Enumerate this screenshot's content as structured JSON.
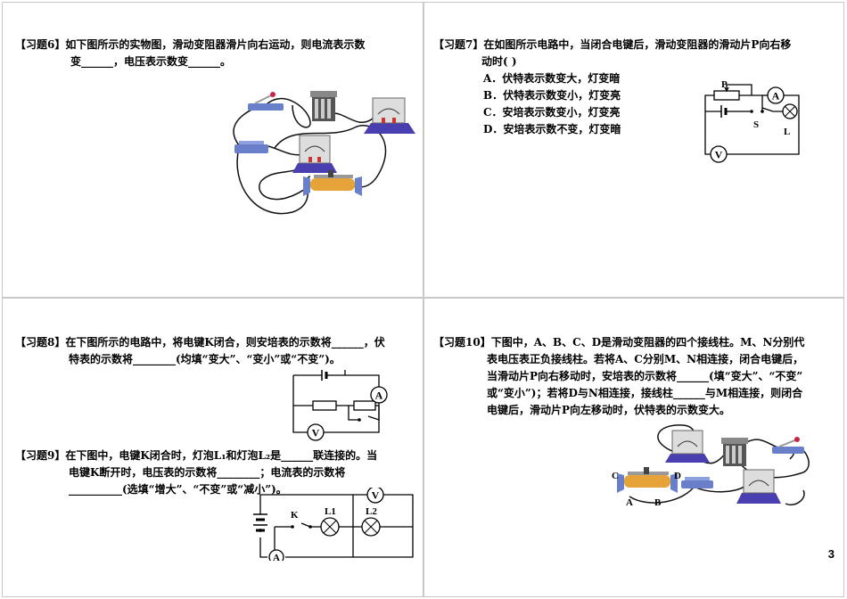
{
  "q6": {
    "tag": "【习题6】",
    "line1": "如下图所示的实物图，滑动变阻器滑片向右运动，则电流表示数",
    "line2": "变______，电压表示数变______。"
  },
  "q7": {
    "tag": "【习题7】",
    "line1": "在如图所示电路中，当闭合电键后，滑动变阻器的滑动片P向右移",
    "line2": "动时(  )",
    "options": [
      "A．伏特表示数变大，灯变暗",
      "B．伏特表示数变小，灯变亮",
      "C．安培表示数变小，灯变亮",
      "D．安培表示数不变，灯变暗"
    ],
    "labels": {
      "P": "P",
      "A": "A",
      "S": "S",
      "L": "L",
      "V": "V"
    }
  },
  "q8": {
    "tag": "【习题8】",
    "line1": "在下图所示的电路中，将电键K闭合，则安培表的示数将______，伏",
    "line2": "特表的示数将________(均填“变大”、“变小”或“不变”)。",
    "labels": {
      "A": "A",
      "V": "V"
    }
  },
  "q9": {
    "tag": "【习题9】",
    "line1": "在下图中，电键K闭合时，灯泡L₁和灯泡L₂是______联连接的。当",
    "line2": "电键K断开时，电压表的示数将________；电流表的示数将",
    "line3": "__________(选填“增大”、“不变”或“减小”)。",
    "labels": {
      "V": "V",
      "K": "K",
      "L1": "L1",
      "L2": "L2",
      "A": "A"
    }
  },
  "q10": {
    "tag": "【习题10】",
    "line1": "下图中，A、B、C、D是滑动变阻器的四个接线柱。M、N分别代",
    "line2": "表电压表正负接线柱。若将A、C分别M、N相连接，闭合电键后，",
    "line3": "当滑动片P向右移动时，安培表的示数将______(填“变大”、“不变”",
    "line4": "或“变小”)；若将D与N相连接，接线柱______与M相连接，则闭合",
    "line5": "电键后，滑动片P向左移动时，伏特表的示数变大。",
    "labels": {
      "C": "C",
      "D": "D",
      "A": "A",
      "B": "B"
    }
  },
  "page_number": "3"
}
